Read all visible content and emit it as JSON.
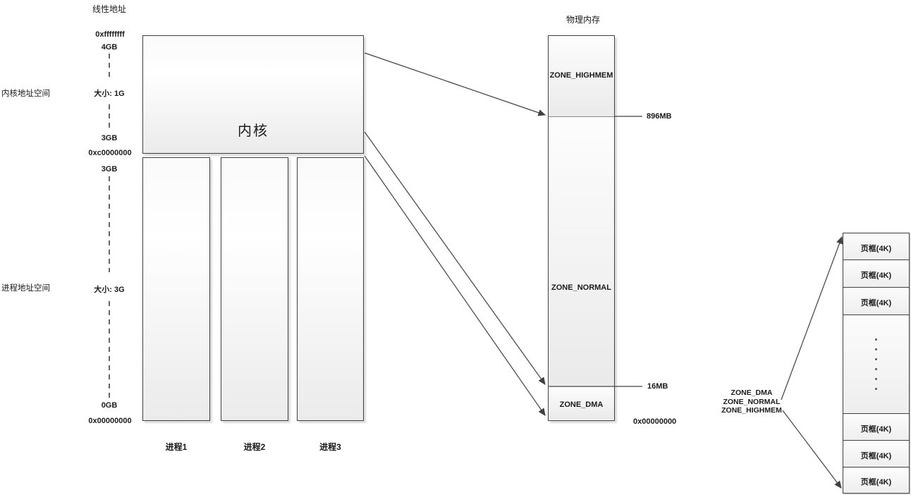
{
  "titles": {
    "linear_address": "线性地址",
    "physical_memory": "物理内存"
  },
  "side_labels": {
    "kernel_space": "内核地址空间",
    "process_space": "进程地址空间"
  },
  "linear_axis": {
    "top_hex": "0xffffffff",
    "top_gb": "4GB",
    "kernel_size": "大小: 1G",
    "kernel_bottom_gb": "3GB",
    "kernel_bottom_hex": "0xc0000000",
    "process_top_gb": "3GB",
    "process_size": "大小: 3G",
    "bottom_gb": "0GB",
    "bottom_hex": "0x00000000"
  },
  "boxes": {
    "kernel": "内核",
    "processes": [
      "进程1",
      "进程2",
      "进程3"
    ]
  },
  "physical": {
    "zones": [
      "ZONE_HIGHMEM",
      "ZONE_NORMAL",
      "ZONE_DMA"
    ],
    "boundary_high": "896MB",
    "boundary_low": "16MB",
    "base_hex": "0x00000000"
  },
  "page_frames": {
    "frame_label": "页框(4K)",
    "zone_list": [
      "ZONE_DMA",
      "ZONE_NORMAL",
      "ZONE_HIGHMEM"
    ]
  },
  "colors": {
    "line": "#404040",
    "text": "#1a1a1a",
    "fill_light": "#ebebeb"
  }
}
